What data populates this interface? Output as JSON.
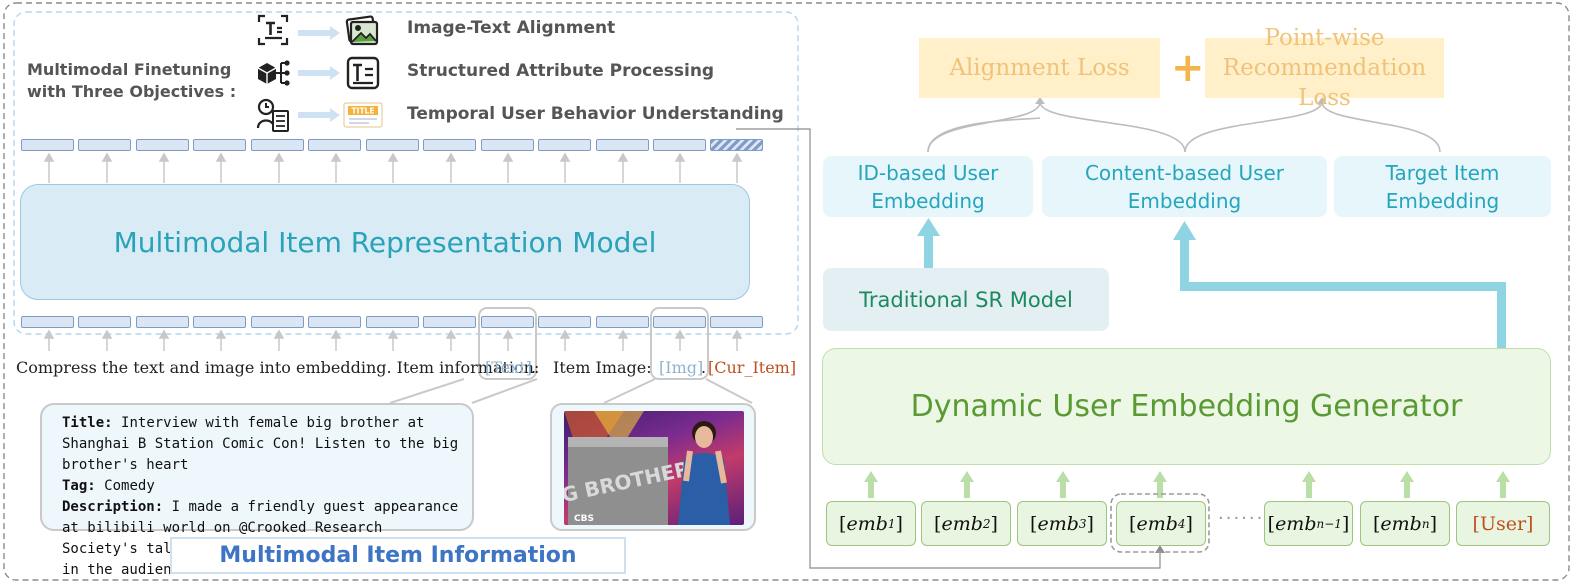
{
  "left": {
    "finetune_title_line1": "Multimodal Finetuning",
    "finetune_title_line2": "with Three Objectives :",
    "objectives": [
      {
        "label": "Image-Text Alignment",
        "source_icon": "text-recognition-icon",
        "target_icon": "image-icon"
      },
      {
        "label": "Structured Attribute Processing",
        "source_icon": "cube-hierarchy-icon",
        "target_icon": "text-document-icon"
      },
      {
        "label": "Temporal User Behavior Understanding",
        "source_icon": "user-history-icon",
        "target_icon": "title-card-icon"
      }
    ],
    "title_card_text": "TITLE",
    "model_label": "Multimodal Item Representation Model",
    "prompt": {
      "text": "Compress the text and image into embedding. Item information:",
      "text_placeholder": "[Text]",
      "period": ".",
      "image_label": "Item Image:",
      "img_placeholder": "[Img]",
      "sep": ".",
      "cur_item": "[Cur_Item]"
    },
    "item_info": {
      "title_key": "Title",
      "title_value": "Interview with female big brother at Shanghai B Station Comic Con! Listen to the big brother's heart",
      "tag_key": "Tag",
      "tag_value": "Comedy",
      "desc_key": "Description",
      "desc_value": "I made a friendly guest appearance at bilibili world on @Crooked Research Society's talk show, and interviewed the ladies in the audience!"
    },
    "photo": {
      "logo_text": "BIG BROTHER",
      "network": "CBS"
    },
    "section_title": "Multimodal Item Information"
  },
  "right": {
    "alignment_loss": "Alignment Loss",
    "plus": "+",
    "pointwise_loss_line1": "Point-wise",
    "pointwise_loss_line2": "Recommendation Loss",
    "id_emb_line1": "ID-based User",
    "id_emb_line2": "Embedding",
    "content_emb_line1": "Content-based User",
    "content_emb_line2": "Embedding",
    "target_emb_line1": "Target Item",
    "target_emb_line2": "Embedding",
    "sr_model": "Traditional SR Model",
    "generator": "Dynamic User Embedding Generator",
    "tokens": [
      {
        "base": "emb",
        "sub": "1"
      },
      {
        "base": "emb",
        "sub": "2"
      },
      {
        "base": "emb",
        "sub": "3"
      },
      {
        "base": "emb",
        "sub": "4"
      },
      {
        "base": "emb",
        "sub": "n−1"
      },
      {
        "base": "emb",
        "sub": "n"
      }
    ],
    "ellipsis": "······",
    "user_token": "[User]"
  },
  "colors": {
    "teal_arrow": "#8fd4e2",
    "green_arrow": "#b9dfa6",
    "gray_line": "#8c8c8c"
  }
}
